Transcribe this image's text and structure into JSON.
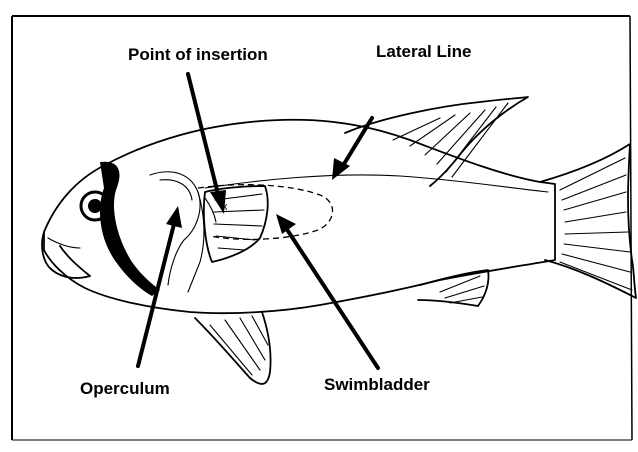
{
  "labels": {
    "point_of_insertion": "Point of insertion",
    "lateral_line": "Lateral Line",
    "operculum": "Operculum",
    "swimbladder": "Swimbladder"
  },
  "colors": {
    "ink": "#000000",
    "background": "#ffffff"
  }
}
